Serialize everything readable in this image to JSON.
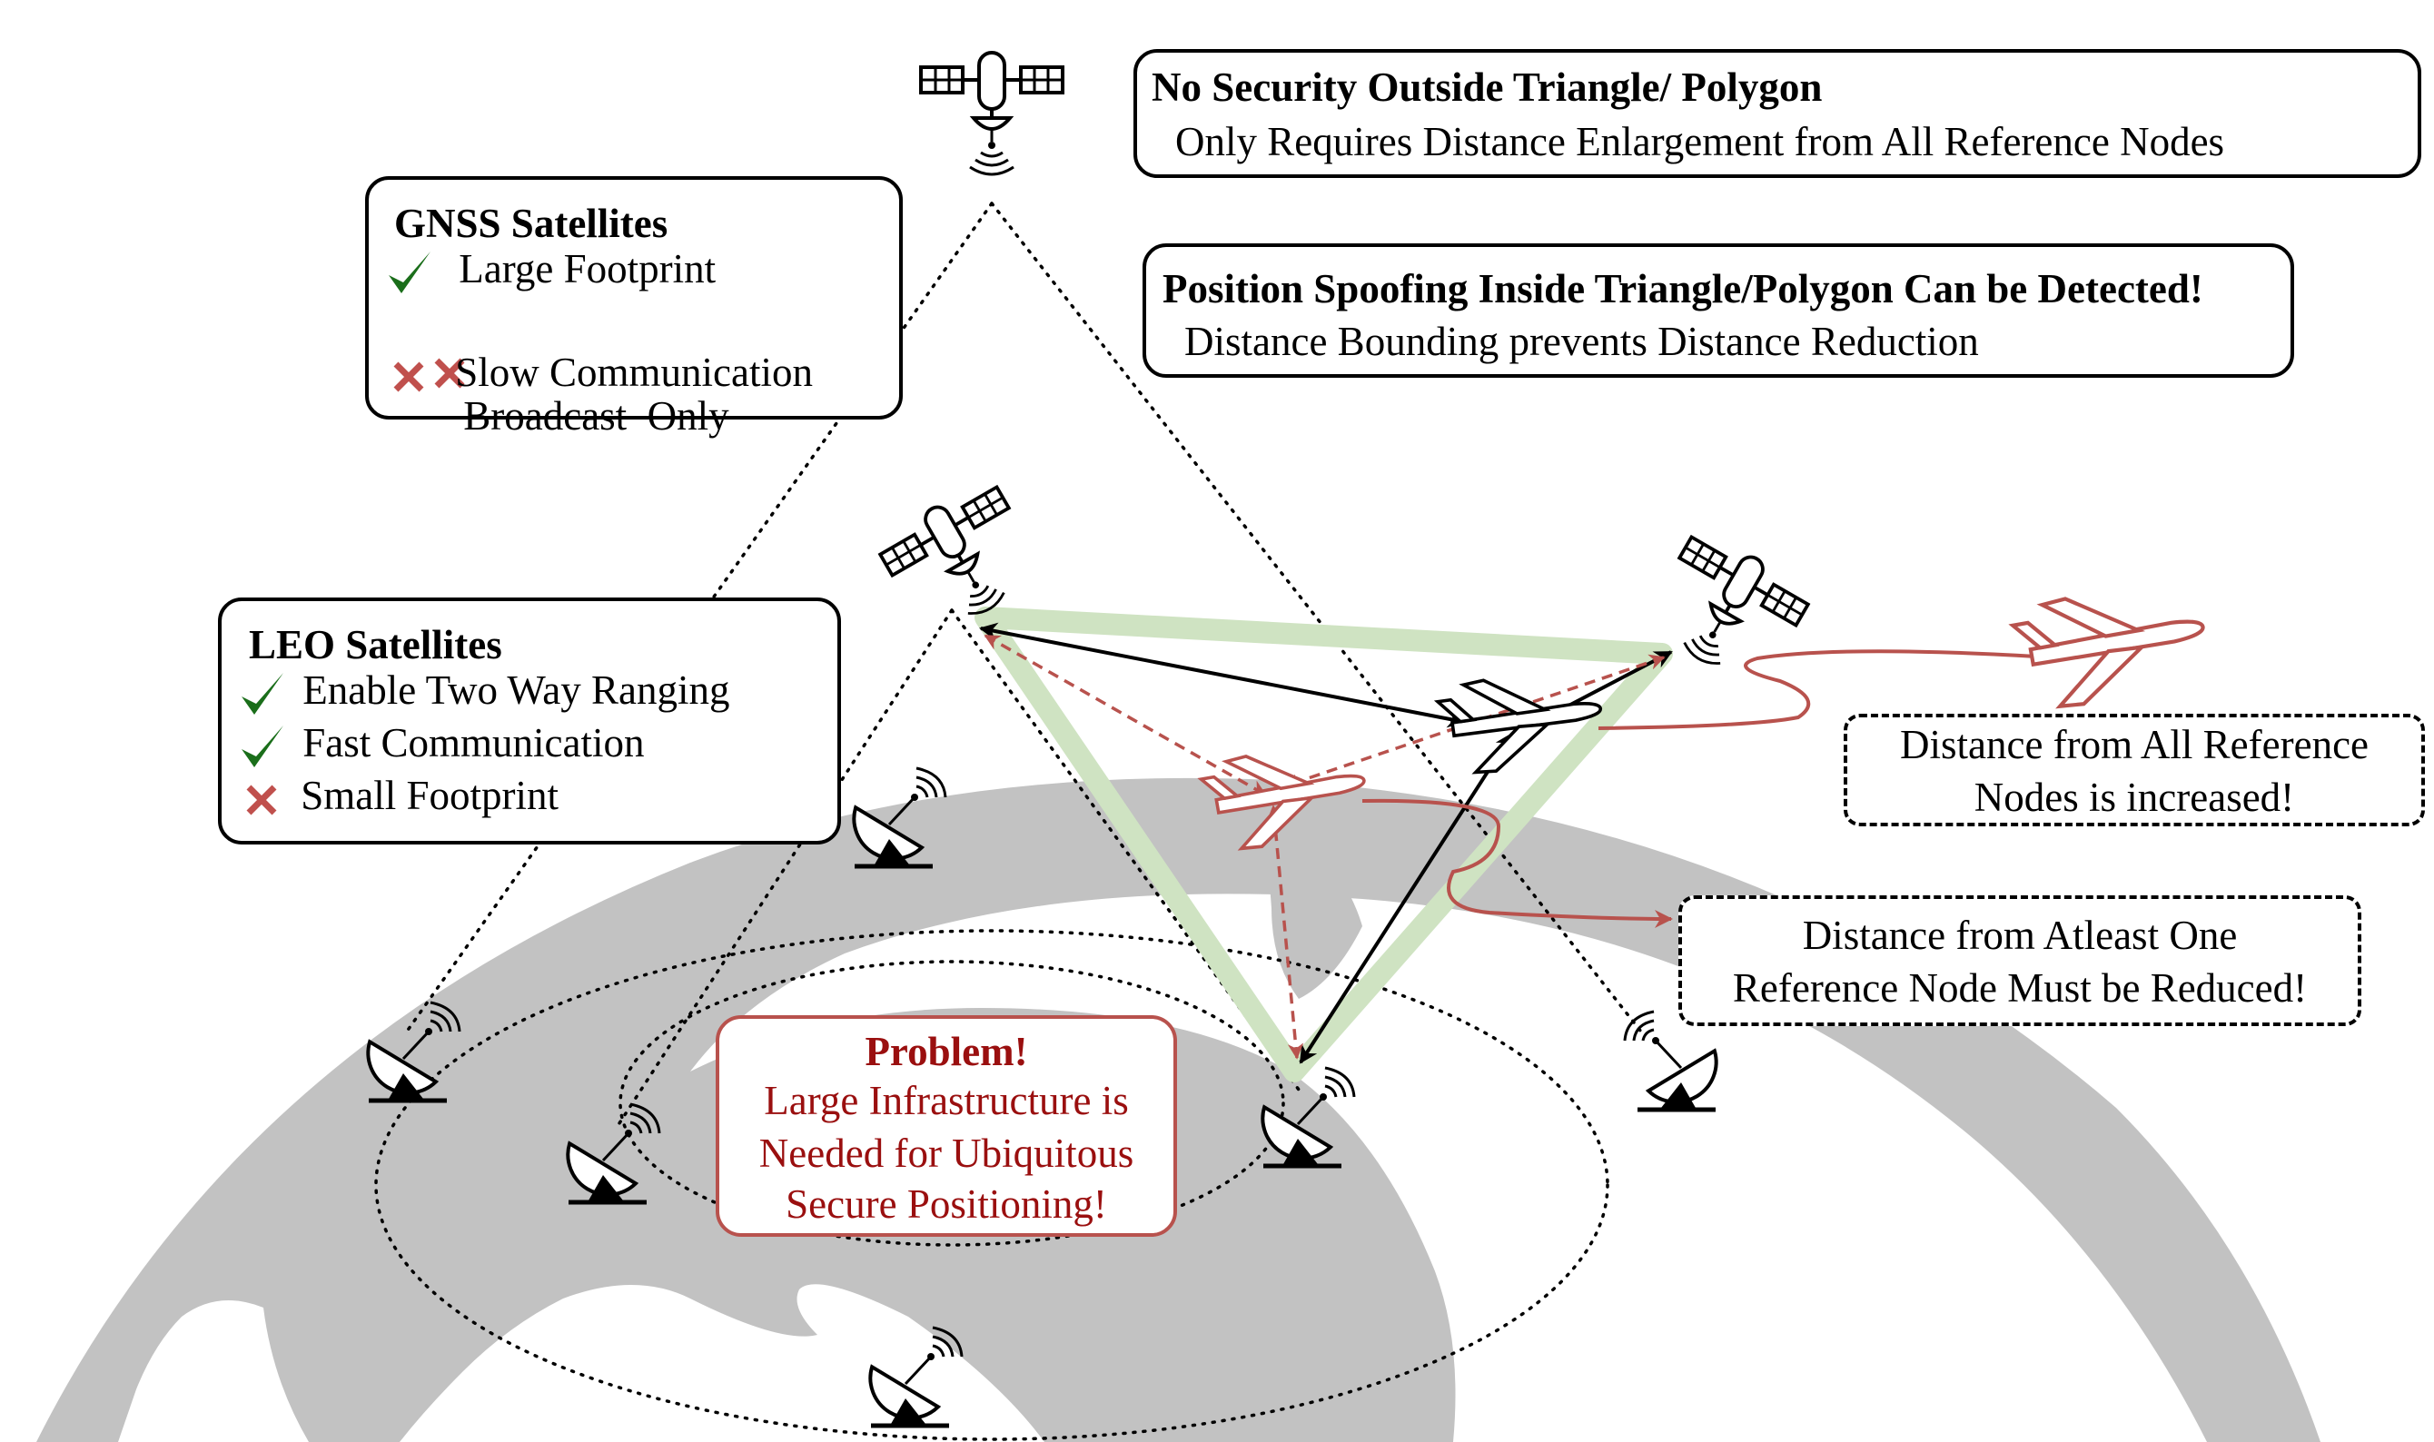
{
  "boxes": {
    "outside": {
      "title": "No Security Outside Triangle/ Polygon",
      "line": "Only Requires Distance Enlargement from All Reference Nodes"
    },
    "inside": {
      "title": "Position Spoofing Inside  Triangle/Polygon Can be Detected!",
      "line": "Distance Bounding prevents Distance Reduction"
    },
    "gnss": {
      "title": "GNSS Satellites",
      "items": [
        {
          "mark": "check",
          "text": "Large Footprint"
        },
        {
          "mark": "cross",
          "text": " Broadcast  Only"
        },
        {
          "mark": "cross",
          "text": "Slow Communication"
        }
      ]
    },
    "leo": {
      "title": "LEO Satellites",
      "items": [
        {
          "mark": "check",
          "text": "Enable Two Way Ranging"
        },
        {
          "mark": "check",
          "text": "Fast Communication"
        },
        {
          "mark": "cross",
          "text": "Small Footprint"
        }
      ]
    },
    "increased": {
      "line1": "Distance from All Reference",
      "line2": "Nodes is increased!"
    },
    "reduced": {
      "line1": "Distance from Atleast One",
      "line2": "Reference Node Must be Reduced!"
    },
    "problem": {
      "title": "Problem!",
      "line1": "Large Infrastructure is",
      "line2": "Needed for Ubiquitous",
      "line3": "Secure Positioning!"
    }
  },
  "icons": {
    "satellite": "satellite-icon",
    "antenna": "ground-antenna-icon",
    "airplane": "airplane-icon",
    "check": "check-icon",
    "cross": "cross-icon"
  },
  "colors": {
    "check": "#1a6e1a",
    "cross": "#c0504d",
    "spoof": "#b8524d",
    "triangle": "#cfe3c2",
    "earth": "#c2c2c2",
    "problem_text": "#9a0f0f"
  }
}
